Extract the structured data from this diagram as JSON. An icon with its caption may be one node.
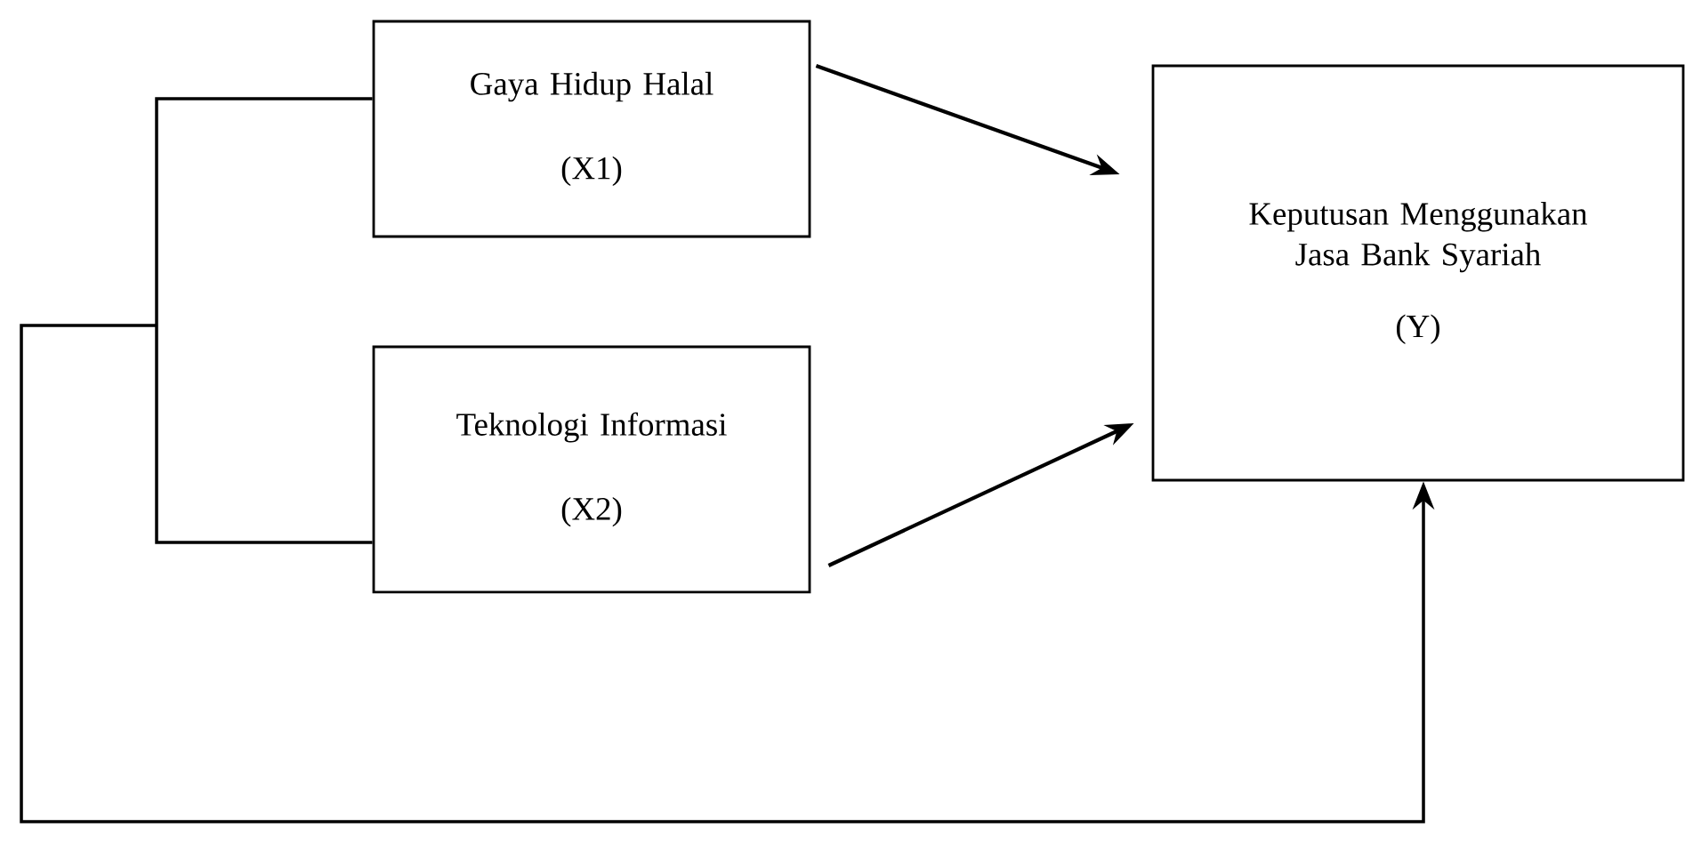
{
  "diagram": {
    "nodes": [
      {
        "text": [
          "Gaya Hidup Halal",
          "(X1)"
        ]
      },
      {
        "text": [
          "Teknologi Informasi",
          "(X2)"
        ]
      },
      {
        "text": [
          "Keputusan Menggunakan Jasa Bank Syariah",
          "(Y)"
        ]
      }
    ],
    "edges": [
      {
        "from": 0,
        "to": 2,
        "arrow": "to"
      },
      {
        "from": 1,
        "to": 2,
        "arrow": "to"
      },
      {
        "from": 0,
        "to": 2,
        "arrow": "to"
      },
      {
        "from": 1,
        "to": 2,
        "arrow": "to"
      }
    ]
  }
}
